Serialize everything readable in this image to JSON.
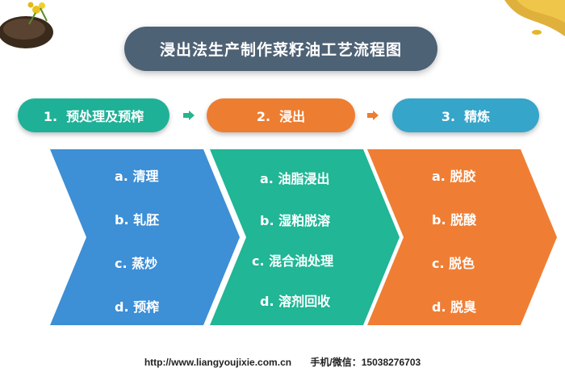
{
  "title": "浸出法生产制作菜籽油工艺流程图",
  "steps": [
    {
      "label": "1.  预处理及预榨"
    },
    {
      "label": "2.  浸出"
    },
    {
      "label": "3.  精炼"
    }
  ],
  "columns": [
    {
      "items": [
        "a. 清理",
        "b. 轧胚",
        "c. 蒸炒",
        "d. 预榨"
      ]
    },
    {
      "items": [
        "a. 油脂浸出",
        "b. 湿粕脱溶",
        "c. 混合油处理",
        "d. 溶剂回收"
      ]
    },
    {
      "items": [
        "a. 脱胶",
        "b. 脱酸",
        "c. 脱色",
        "d. 脱臭"
      ]
    }
  ],
  "footer": {
    "url": "http://www.liangyoujixie.com.cn",
    "contact": "手机/微信：15038276703"
  },
  "colors": {
    "title_bg": "#4e6275",
    "step1": "#1fb197",
    "step2": "#ed7d31",
    "step3": "#35a5c9",
    "col1": "#3d8fd6",
    "col2": "#20b696",
    "col3": "#ef7e34"
  }
}
